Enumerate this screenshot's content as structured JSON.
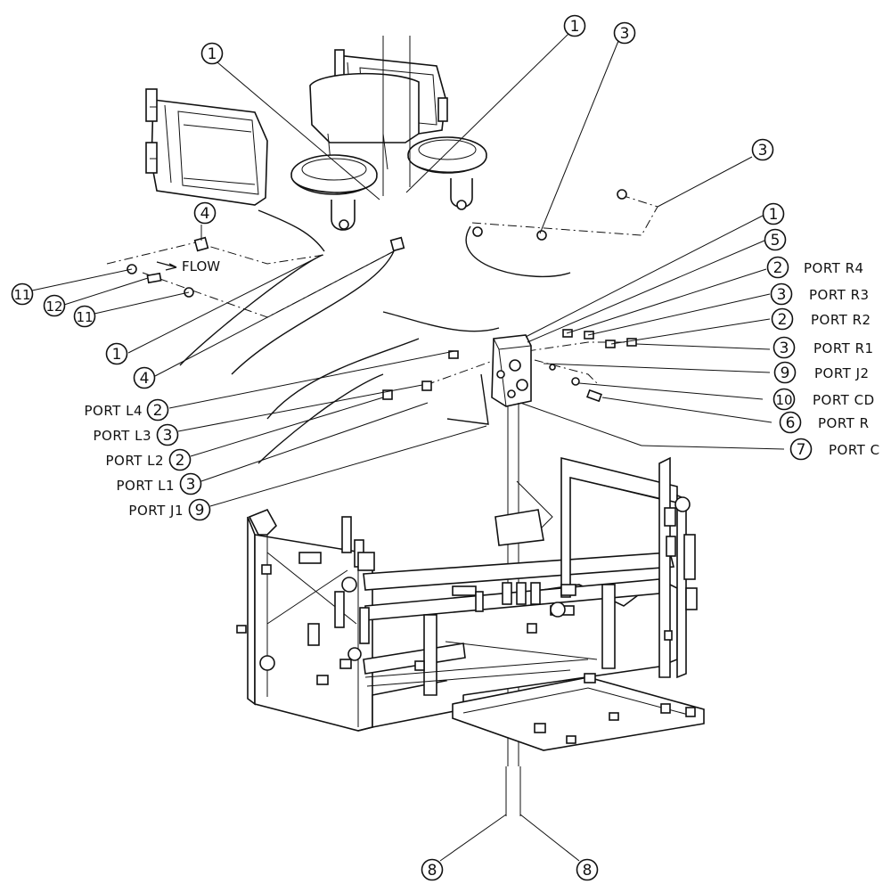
{
  "diagram": {
    "flow_label": "FLOW",
    "callouts": [
      {
        "id": "c1a",
        "num": "1"
      },
      {
        "id": "c1b",
        "num": "1"
      },
      {
        "id": "c3a",
        "num": "3"
      },
      {
        "id": "c3b",
        "num": "3"
      },
      {
        "id": "c4a",
        "num": "4"
      },
      {
        "id": "c11a",
        "num": "11"
      },
      {
        "id": "c12",
        "num": "12"
      },
      {
        "id": "c11b",
        "num": "11"
      },
      {
        "id": "c1c",
        "num": "1"
      },
      {
        "id": "c4b",
        "num": "4"
      },
      {
        "id": "c1d",
        "num": "1"
      },
      {
        "id": "c5",
        "num": "5"
      },
      {
        "id": "cR4",
        "num": "2",
        "port": "PORT R4"
      },
      {
        "id": "cR3",
        "num": "3",
        "port": "PORT R3"
      },
      {
        "id": "cR2",
        "num": "2",
        "port": "PORT R2"
      },
      {
        "id": "cR1",
        "num": "3",
        "port": "PORT R1"
      },
      {
        "id": "cJ2",
        "num": "9",
        "port": "PORT J2"
      },
      {
        "id": "cCD",
        "num": "10",
        "port": "PORT CD"
      },
      {
        "id": "cR",
        "num": "6",
        "port": "PORT R"
      },
      {
        "id": "cC",
        "num": "7",
        "port": "PORT C"
      },
      {
        "id": "cL4",
        "num": "2",
        "port": "PORT L4"
      },
      {
        "id": "cL3",
        "num": "3",
        "port": "PORT L3"
      },
      {
        "id": "cL2",
        "num": "2",
        "port": "PORT L2"
      },
      {
        "id": "cL1",
        "num": "3",
        "port": "PORT L1"
      },
      {
        "id": "cJ1",
        "num": "9",
        "port": "PORT J1"
      },
      {
        "id": "c8a",
        "num": "8"
      },
      {
        "id": "c8b",
        "num": "8"
      }
    ]
  }
}
